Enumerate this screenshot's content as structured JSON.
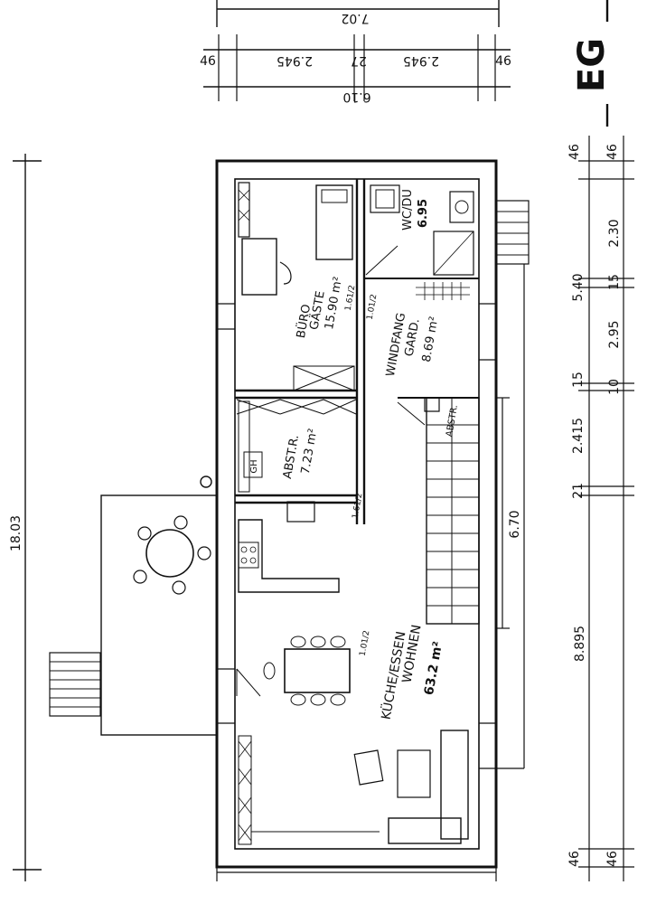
{
  "drawing": {
    "floor_label": "EG",
    "top_dimensions": {
      "overall": "7.02",
      "segment_left": "46",
      "segment_a": "2.945",
      "segment_b": "27",
      "segment_c": "2.945",
      "segment_right": "46",
      "inner": "6.10"
    },
    "left_dimension": "18.03",
    "right_dimensions": {
      "d1": "46",
      "d2": "46",
      "d3": "2.30",
      "d4": "5.40",
      "d5": "15",
      "d6": "2.95",
      "d7": "15",
      "d8": "10",
      "d9": "2.415",
      "d10": "21",
      "d11": "8.895",
      "d12": "46",
      "d13": "46"
    },
    "stair_dimension": "6.70",
    "rooms": {
      "wc": {
        "name": "WC/DU",
        "area": "6.95"
      },
      "buero": {
        "name1": "BÜRO",
        "name2": "GÄSTE",
        "area": "15.90 m²"
      },
      "windfang": {
        "name1": "WINDFANG",
        "name2": "GARD.",
        "area": "8.69 m²"
      },
      "abstr": {
        "name": "ABST.R.",
        "area": "7.23 m²"
      },
      "kueche": {
        "name1": "KÜCHE/ESSEN",
        "name2": "WOHNEN",
        "area": "63.2 m²"
      }
    },
    "annotations": {
      "door1": "1.61/2",
      "door2": "1.61/2",
      "door3": "1.01/2",
      "door4": "1.01/2",
      "gh": "GH",
      "abstr_small": "ABSTR."
    }
  }
}
